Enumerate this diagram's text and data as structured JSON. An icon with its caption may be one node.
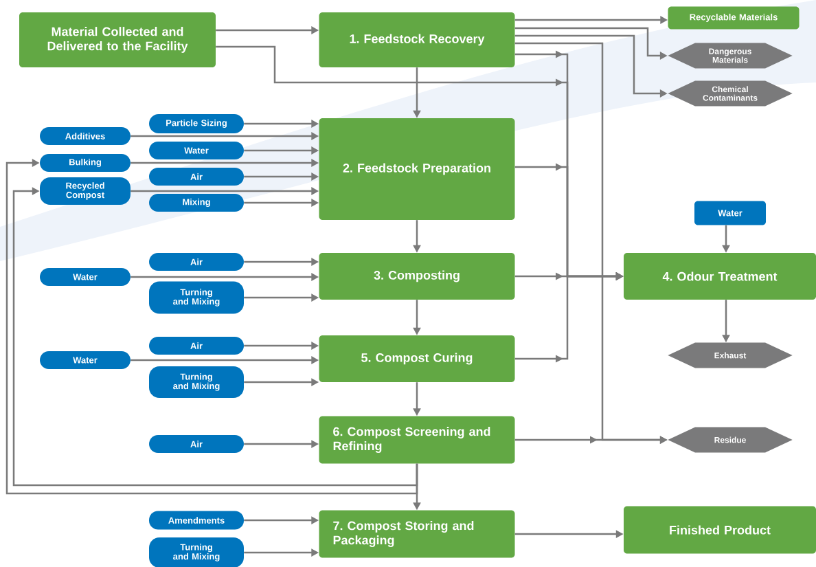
{
  "diagram": {
    "nodes": [
      {
        "text": [
          "Material Collected and Delivered to the Facility"
        ]
      },
      {
        "text": [
          "1. Feedstock Recovery"
        ]
      },
      {
        "text": [
          "Recyclable Materials"
        ]
      },
      {
        "text": [
          "Dangerous Materials"
        ]
      },
      {
        "text": [
          "Chemical Contaminants"
        ]
      },
      {
        "text": [
          "Particle Sizing"
        ]
      },
      {
        "text": [
          "Additives"
        ]
      },
      {
        "text": [
          "Water"
        ]
      },
      {
        "text": [
          "Bulking"
        ]
      },
      {
        "text": [
          "Air"
        ]
      },
      {
        "text": [
          "Recycled Compost"
        ]
      },
      {
        "text": [
          "Mixing"
        ]
      },
      {
        "text": [
          "2. Feedstock Preparation"
        ]
      },
      {
        "text": [
          "Water"
        ]
      },
      {
        "text": [
          "Air"
        ]
      },
      {
        "text": [
          "Water"
        ]
      },
      {
        "text": [
          "3. Composting"
        ]
      },
      {
        "text": [
          "Turning and Mixing"
        ]
      },
      {
        "text": [
          "4. Odour Treatment"
        ]
      },
      {
        "text": [
          "Air"
        ]
      },
      {
        "text": [
          "Water"
        ]
      },
      {
        "text": [
          "5. Compost Curing"
        ]
      },
      {
        "text": [
          "Turning and Mixing"
        ]
      },
      {
        "text": [
          "Exhaust"
        ]
      },
      {
        "text": [
          "Air"
        ]
      },
      {
        "text": [
          "6. Compost Screening and Refining"
        ]
      },
      {
        "text": [
          "Residue"
        ]
      },
      {
        "text": [
          "Amendments"
        ]
      },
      {
        "text": [
          "7. Compost Storing and Packaging"
        ]
      },
      {
        "text": [
          "Turning and Mixing"
        ]
      },
      {
        "text": [
          "Finished Product"
        ]
      }
    ],
    "edges": [
      {
        "from": 0,
        "to": 1,
        "arrow": "to"
      },
      {
        "from": 0,
        "to": 18,
        "arrow": "to"
      },
      {
        "from": 1,
        "to": 2,
        "arrow": "to"
      },
      {
        "from": 1,
        "to": 3,
        "arrow": "to"
      },
      {
        "from": 1,
        "to": 4,
        "arrow": "to"
      },
      {
        "from": 1,
        "to": 26,
        "arrow": "to"
      },
      {
        "from": 1,
        "to": 18,
        "arrow": "to"
      },
      {
        "from": 1,
        "to": 12,
        "arrow": "to"
      },
      {
        "from": 5,
        "to": 12,
        "arrow": "to"
      },
      {
        "from": 6,
        "to": 12,
        "arrow": "to"
      },
      {
        "from": 7,
        "to": 12,
        "arrow": "to"
      },
      {
        "from": 8,
        "to": 12,
        "arrow": "to"
      },
      {
        "from": 9,
        "to": 12,
        "arrow": "to"
      },
      {
        "from": 10,
        "to": 12,
        "arrow": "to"
      },
      {
        "from": 11,
        "to": 12,
        "arrow": "to"
      },
      {
        "from": 12,
        "to": 18,
        "arrow": "to"
      },
      {
        "from": 12,
        "to": 16,
        "arrow": "to"
      },
      {
        "from": 13,
        "to": 18,
        "arrow": "to"
      },
      {
        "from": 14,
        "to": 16,
        "arrow": "to"
      },
      {
        "from": 15,
        "to": 16,
        "arrow": "to"
      },
      {
        "from": 17,
        "to": 16,
        "arrow": "to"
      },
      {
        "from": 16,
        "to": 18,
        "arrow": "to"
      },
      {
        "from": 16,
        "to": 21,
        "arrow": "to"
      },
      {
        "from": 18,
        "to": 23,
        "arrow": "to"
      },
      {
        "from": 19,
        "to": 21,
        "arrow": "to"
      },
      {
        "from": 20,
        "to": 21,
        "arrow": "to"
      },
      {
        "from": 22,
        "to": 21,
        "arrow": "to"
      },
      {
        "from": 21,
        "to": 18,
        "arrow": "to"
      },
      {
        "from": 21,
        "to": 25,
        "arrow": "to"
      },
      {
        "from": 24,
        "to": 25,
        "arrow": "to"
      },
      {
        "from": 25,
        "to": 26,
        "arrow": "to"
      },
      {
        "from": 25,
        "to": 28,
        "arrow": "to"
      },
      {
        "from": 25,
        "to": 10,
        "arrow": "to"
      },
      {
        "from": 25,
        "to": 8,
        "arrow": "to"
      },
      {
        "from": 27,
        "to": 28,
        "arrow": "to"
      },
      {
        "from": 29,
        "to": 28,
        "arrow": "to"
      },
      {
        "from": 28,
        "to": 30,
        "arrow": "to"
      }
    ]
  }
}
